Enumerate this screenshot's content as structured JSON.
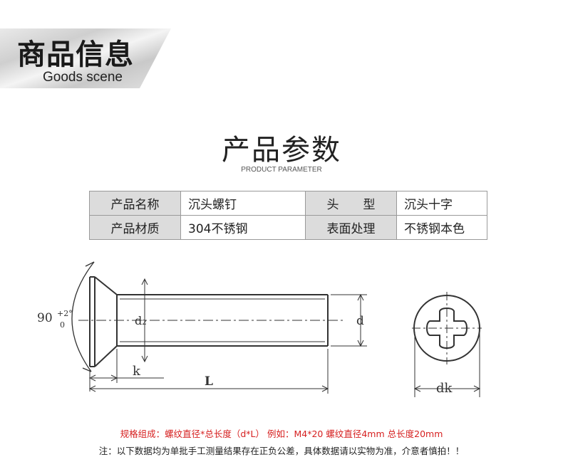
{
  "header": {
    "title": "商品信息",
    "subtitle": "Goods scene"
  },
  "section": {
    "title": "产品参数",
    "subtitle": "PRODUCT PARAMETER"
  },
  "params": [
    [
      {
        "label": "产品名称",
        "value": "沉头螺钉"
      },
      {
        "label": "头　　型",
        "value": "沉头十字"
      }
    ],
    [
      {
        "label": "产品材质",
        "value": "304不锈钢"
      },
      {
        "label": "表面处理",
        "value": "不锈钢本色"
      }
    ]
  ],
  "drawing": {
    "angle": "90",
    "angle_tol_top": "+2°",
    "angle_tol_bottom": "0",
    "label_d2": "d₂",
    "label_k": "k",
    "label_L": "L",
    "label_d": "d",
    "label_dk": "dk"
  },
  "notes": {
    "spec": "规格组成：螺纹直径*总长度（d*L） 例如：M4*20 螺纹直径4mm 总长度20mm",
    "disclaimer": "注：以下数据均为单批手工测量结果存在正负公差，具体数据请以实物为准，介意者慎拍！！"
  },
  "colors": {
    "label_bg": "#dcdcdc",
    "note_red": "#d62020"
  }
}
